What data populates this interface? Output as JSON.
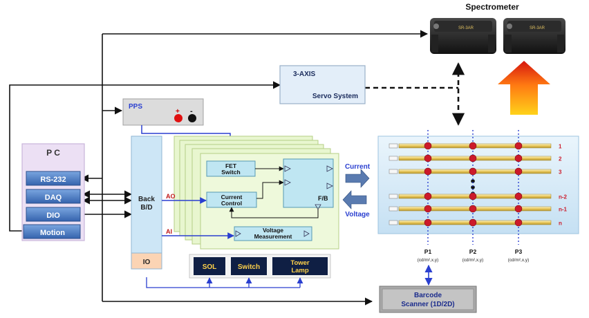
{
  "spectrometer": {
    "title": "Spectrometer",
    "device_brand": "SR-3AR"
  },
  "servo": {
    "label_top": "3-AXIS",
    "label_bottom": "Servo System"
  },
  "pps": {
    "label": "PPS",
    "plus": "+",
    "minus": "-"
  },
  "pc": {
    "title": "P C",
    "ports": [
      "RS-232",
      "DAQ",
      "DIO",
      "Motion"
    ]
  },
  "backboard": {
    "label_line1": "Back",
    "label_line2": "B/D",
    "io_label": "IO"
  },
  "signals": {
    "ao": "AO",
    "ai": "AI"
  },
  "board": {
    "fet_line1": "FET",
    "fet_line2": "Switch",
    "current_line1": "Current",
    "current_line2": "Control",
    "feedback": "F/B",
    "voltage_line1": "Voltage",
    "voltage_line2": "Measurement"
  },
  "flow": {
    "current": "Current",
    "voltage": "Voltage"
  },
  "peripherals": {
    "sol": "SOL",
    "switch": "Switch",
    "tower_line1": "Tower",
    "tower_line2": "Lamp"
  },
  "panel": {
    "row_labels": [
      "1",
      "2",
      "3",
      "n-2",
      "n-1",
      "n"
    ],
    "probes": [
      {
        "name": "P1",
        "unit": "(cd/m²,x,y)"
      },
      {
        "name": "P2",
        "unit": "(cd/m²,x,y)"
      },
      {
        "name": "P3",
        "unit": "(cd/m²,x,y)"
      }
    ]
  },
  "barcode": {
    "line1": "Barcode",
    "line2": "Scanner (1D/2D)"
  },
  "colors": {
    "navy": "#1a2b5c",
    "link_blue": "#2a3fd0",
    "panel_bg": "#d6ebf7",
    "board_bg": "#e8f6cf",
    "pc_bg": "#ece0f4",
    "port_blue": "#4d7cc3",
    "row_red": "#cc1a2a",
    "peripheral_bg": "#0f1f44"
  }
}
